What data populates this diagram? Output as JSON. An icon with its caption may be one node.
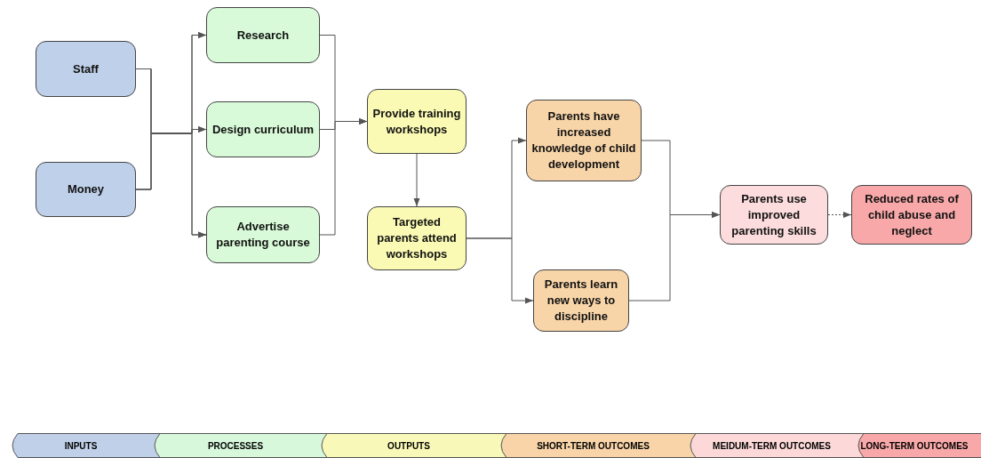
{
  "diagram": {
    "nodes": [
      {
        "text": [
          "Staff"
        ]
      },
      {
        "text": [
          "Money"
        ]
      },
      {
        "text": [
          "Research"
        ]
      },
      {
        "text": [
          "Design curriculum"
        ]
      },
      {
        "text": [
          "Advertise parenting course"
        ]
      },
      {
        "text": [
          "Provide training workshops"
        ]
      },
      {
        "text": [
          "Targeted parents attend workshops"
        ]
      },
      {
        "text": [
          "Parents have increased knowledge of child development"
        ]
      },
      {
        "text": [
          "Parents learn new ways to discipline"
        ]
      },
      {
        "text": [
          "Parents use improved parenting skills"
        ]
      },
      {
        "text": [
          "Reduced rates of child abuse and neglect"
        ]
      },
      {
        "text": [
          "INPUTS"
        ]
      },
      {
        "text": [
          "PROCESSES"
        ]
      },
      {
        "text": [
          "OUTPUTS"
        ]
      },
      {
        "text": [
          "SHORT-TERM OUTCOMES"
        ]
      },
      {
        "text": [
          "MEIDUM-TERM OUTCOMES"
        ]
      },
      {
        "text": [
          "LONG-TERM OUTCOMES"
        ]
      }
    ],
    "edges": [
      {
        "from": 0,
        "to": 2,
        "arrow": "to"
      },
      {
        "from": 0,
        "to": 3,
        "arrow": "to"
      },
      {
        "from": 0,
        "to": 4,
        "arrow": "to"
      },
      {
        "from": 1,
        "to": 2,
        "arrow": "to"
      },
      {
        "from": 1,
        "to": 3,
        "arrow": "to"
      },
      {
        "from": 1,
        "to": 4,
        "arrow": "to"
      },
      {
        "from": 2,
        "to": 5,
        "arrow": "to"
      },
      {
        "from": 3,
        "to": 5,
        "arrow": "to"
      },
      {
        "from": 4,
        "to": 5,
        "arrow": "to"
      },
      {
        "from": 5,
        "to": 6,
        "arrow": "to"
      },
      {
        "from": 6,
        "to": 7,
        "arrow": "to"
      },
      {
        "from": 6,
        "to": 8,
        "arrow": "to"
      },
      {
        "from": 7,
        "to": 9,
        "arrow": "to"
      },
      {
        "from": 8,
        "to": 9,
        "arrow": "to"
      },
      {
        "from": 9,
        "to": 10,
        "arrow": "to",
        "style": "dashed"
      }
    ]
  }
}
